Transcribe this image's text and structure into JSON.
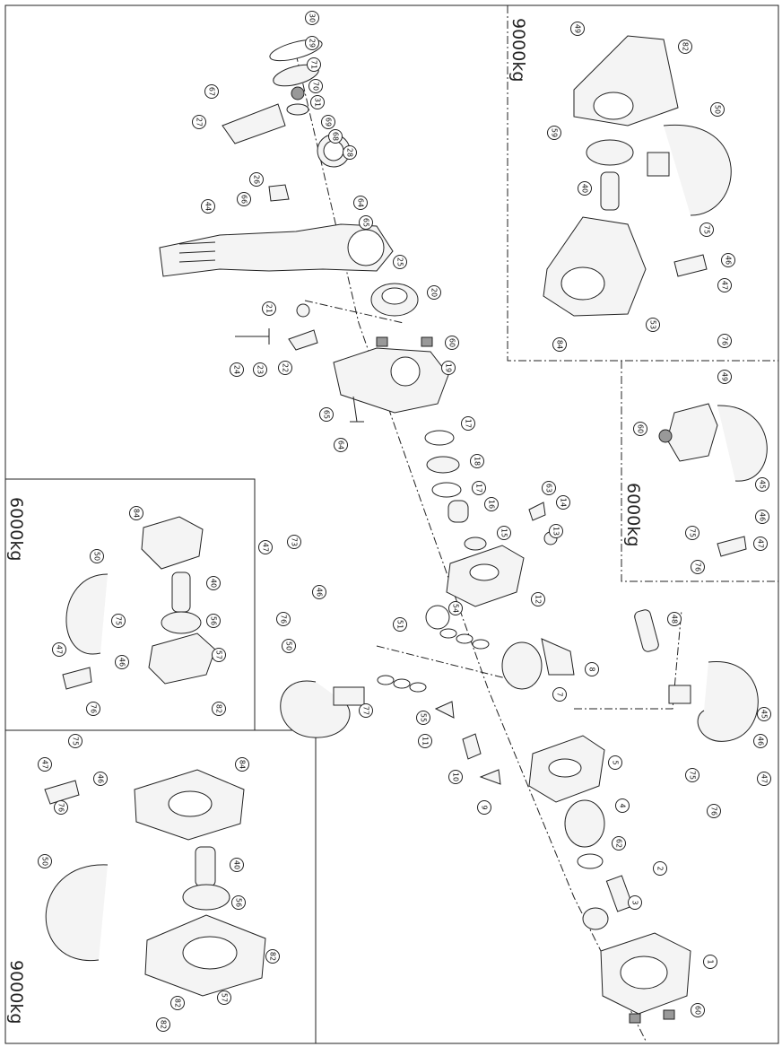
{
  "panels": {
    "top_right_weight": "9000kg",
    "right_mid_weight": "6000kg",
    "left_mid_weight": "6000kg",
    "left_bottom_weight": "9000kg"
  },
  "callouts": [
    {
      "id": "c-30",
      "label": "30"
    },
    {
      "id": "c-29",
      "label": "29"
    },
    {
      "id": "c-71",
      "label": "71"
    },
    {
      "id": "c-70",
      "label": "70"
    },
    {
      "id": "c-31",
      "label": "31"
    },
    {
      "id": "c-67",
      "label": "67"
    },
    {
      "id": "c-27",
      "label": "27"
    },
    {
      "id": "c-69",
      "label": "69"
    },
    {
      "id": "c-68",
      "label": "68"
    },
    {
      "id": "c-28",
      "label": "28"
    },
    {
      "id": "c-26",
      "label": "26"
    },
    {
      "id": "c-66",
      "label": "66"
    },
    {
      "id": "c-64a",
      "label": "64"
    },
    {
      "id": "c-65a",
      "label": "65"
    },
    {
      "id": "c-44",
      "label": "44"
    },
    {
      "id": "c-25",
      "label": "25"
    },
    {
      "id": "c-20",
      "label": "20"
    },
    {
      "id": "c-21",
      "label": "21"
    },
    {
      "id": "c-24",
      "label": "24"
    },
    {
      "id": "c-23",
      "label": "23"
    },
    {
      "id": "c-22",
      "label": "22"
    },
    {
      "id": "c-60a",
      "label": "60"
    },
    {
      "id": "c-19",
      "label": "19"
    },
    {
      "id": "c-65b",
      "label": "65"
    },
    {
      "id": "c-64b",
      "label": "64"
    },
    {
      "id": "c-17a",
      "label": "17"
    },
    {
      "id": "c-18",
      "label": "18"
    },
    {
      "id": "c-17b",
      "label": "17"
    },
    {
      "id": "c-16",
      "label": "16"
    },
    {
      "id": "c-63",
      "label": "63"
    },
    {
      "id": "c-14",
      "label": "14"
    },
    {
      "id": "c-13",
      "label": "13"
    },
    {
      "id": "c-15",
      "label": "15"
    },
    {
      "id": "c-12",
      "label": "12"
    },
    {
      "id": "c-54",
      "label": "54"
    },
    {
      "id": "c-8",
      "label": "8"
    },
    {
      "id": "c-7",
      "label": "7"
    },
    {
      "id": "c-55",
      "label": "55"
    },
    {
      "id": "c-51",
      "label": "51"
    },
    {
      "id": "c-77",
      "label": "77"
    },
    {
      "id": "c-11",
      "label": "11"
    },
    {
      "id": "c-10",
      "label": "10"
    },
    {
      "id": "c-9",
      "label": "9"
    },
    {
      "id": "c-5",
      "label": "5"
    },
    {
      "id": "c-4",
      "label": "4"
    },
    {
      "id": "c-62",
      "label": "62"
    },
    {
      "id": "c-2",
      "label": "2"
    },
    {
      "id": "c-3",
      "label": "3"
    },
    {
      "id": "c-1",
      "label": "1"
    },
    {
      "id": "c-60b",
      "label": "60"
    },
    {
      "id": "c-47a",
      "label": "47"
    },
    {
      "id": "c-73a",
      "label": "73"
    },
    {
      "id": "c-46a",
      "label": "46"
    },
    {
      "id": "c-76a",
      "label": "76"
    },
    {
      "id": "c-50a",
      "label": "50"
    },
    {
      "id": "c-48",
      "label": "48"
    },
    {
      "id": "c-45a",
      "label": "45"
    },
    {
      "id": "c-75a",
      "label": "75"
    },
    {
      "id": "c-46b",
      "label": "46"
    },
    {
      "id": "c-47b",
      "label": "47"
    },
    {
      "id": "c-76b",
      "label": "76"
    },
    {
      "id": "c-49a",
      "label": "49"
    },
    {
      "id": "c-82a",
      "label": "82"
    },
    {
      "id": "c-59",
      "label": "59"
    },
    {
      "id": "c-50b",
      "label": "50"
    },
    {
      "id": "c-40a",
      "label": "40"
    },
    {
      "id": "c-75b",
      "label": "75"
    },
    {
      "id": "c-46c",
      "label": "46"
    },
    {
      "id": "c-47c",
      "label": "47"
    },
    {
      "id": "c-76c",
      "label": "76"
    },
    {
      "id": "c-84a",
      "label": "84"
    },
    {
      "id": "c-53",
      "label": "53"
    },
    {
      "id": "c-49b",
      "label": "49"
    },
    {
      "id": "c-60c",
      "label": "60"
    },
    {
      "id": "c-45b",
      "label": "45"
    },
    {
      "id": "c-75c",
      "label": "75"
    },
    {
      "id": "c-46d",
      "label": "46"
    },
    {
      "id": "c-47d",
      "label": "47"
    },
    {
      "id": "c-76d",
      "label": "76"
    },
    {
      "id": "c-84b",
      "label": "84"
    },
    {
      "id": "c-50c",
      "label": "50"
    },
    {
      "id": "c-40b",
      "label": "40"
    },
    {
      "id": "c-56a",
      "label": "56"
    },
    {
      "id": "c-75d",
      "label": "75"
    },
    {
      "id": "c-46e",
      "label": "46"
    },
    {
      "id": "c-47e",
      "label": "47"
    },
    {
      "id": "c-57a",
      "label": "57"
    },
    {
      "id": "c-76e",
      "label": "76"
    },
    {
      "id": "c-82b",
      "label": "82"
    },
    {
      "id": "c-84c",
      "label": "84"
    },
    {
      "id": "c-47f",
      "label": "47"
    },
    {
      "id": "c-75e",
      "label": "75"
    },
    {
      "id": "c-46f",
      "label": "46"
    },
    {
      "id": "c-76f",
      "label": "76"
    },
    {
      "id": "c-50d",
      "label": "50"
    },
    {
      "id": "c-40c",
      "label": "40"
    },
    {
      "id": "c-56b",
      "label": "56"
    },
    {
      "id": "c-57b",
      "label": "57"
    },
    {
      "id": "c-82c",
      "label": "82"
    },
    {
      "id": "c-82d",
      "label": "82"
    },
    {
      "id": "c-82e",
      "label": "82"
    }
  ]
}
